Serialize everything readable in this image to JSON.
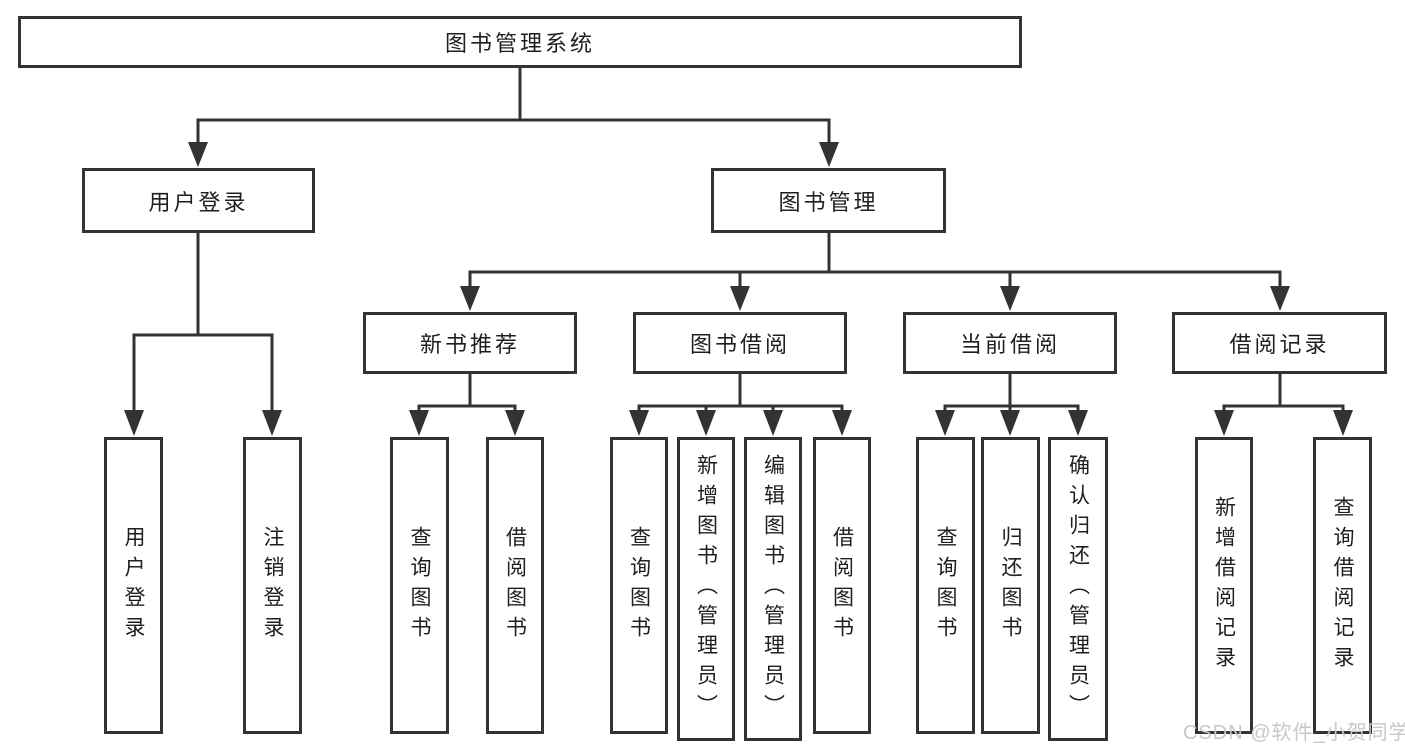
{
  "diagram": {
    "title": "图书管理系统",
    "root": {
      "label": "图书管理系统"
    },
    "level2": [
      {
        "label": "用户登录"
      },
      {
        "label": "图书管理"
      }
    ],
    "level3": [
      {
        "label": "新书推荐"
      },
      {
        "label": "图书借阅"
      },
      {
        "label": "当前借阅"
      },
      {
        "label": "借阅记录"
      }
    ],
    "leaves": {
      "user_login": [
        {
          "label": "用户登录"
        },
        {
          "label": "注销登录"
        }
      ],
      "new_book": [
        {
          "label": "查询图书"
        },
        {
          "label": "借阅图书"
        }
      ],
      "borrow": [
        {
          "label": "查询图书"
        },
        {
          "label": "新增图书（管理员）"
        },
        {
          "label": "编辑图书（管理员）"
        },
        {
          "label": "借阅图书"
        }
      ],
      "current": [
        {
          "label": "查询图书"
        },
        {
          "label": "归还图书"
        },
        {
          "label": "确认归还（管理员）"
        }
      ],
      "records": [
        {
          "label": "新增借阅记录"
        },
        {
          "label": "查询借阅记录"
        }
      ]
    },
    "watermark": "CSDN @软件_小贺同学",
    "colors": {
      "line": "#333333",
      "border": "#333333",
      "text": "#1f1f1f",
      "watermark": "#c7c7cc",
      "background": "#ffffff"
    }
  }
}
